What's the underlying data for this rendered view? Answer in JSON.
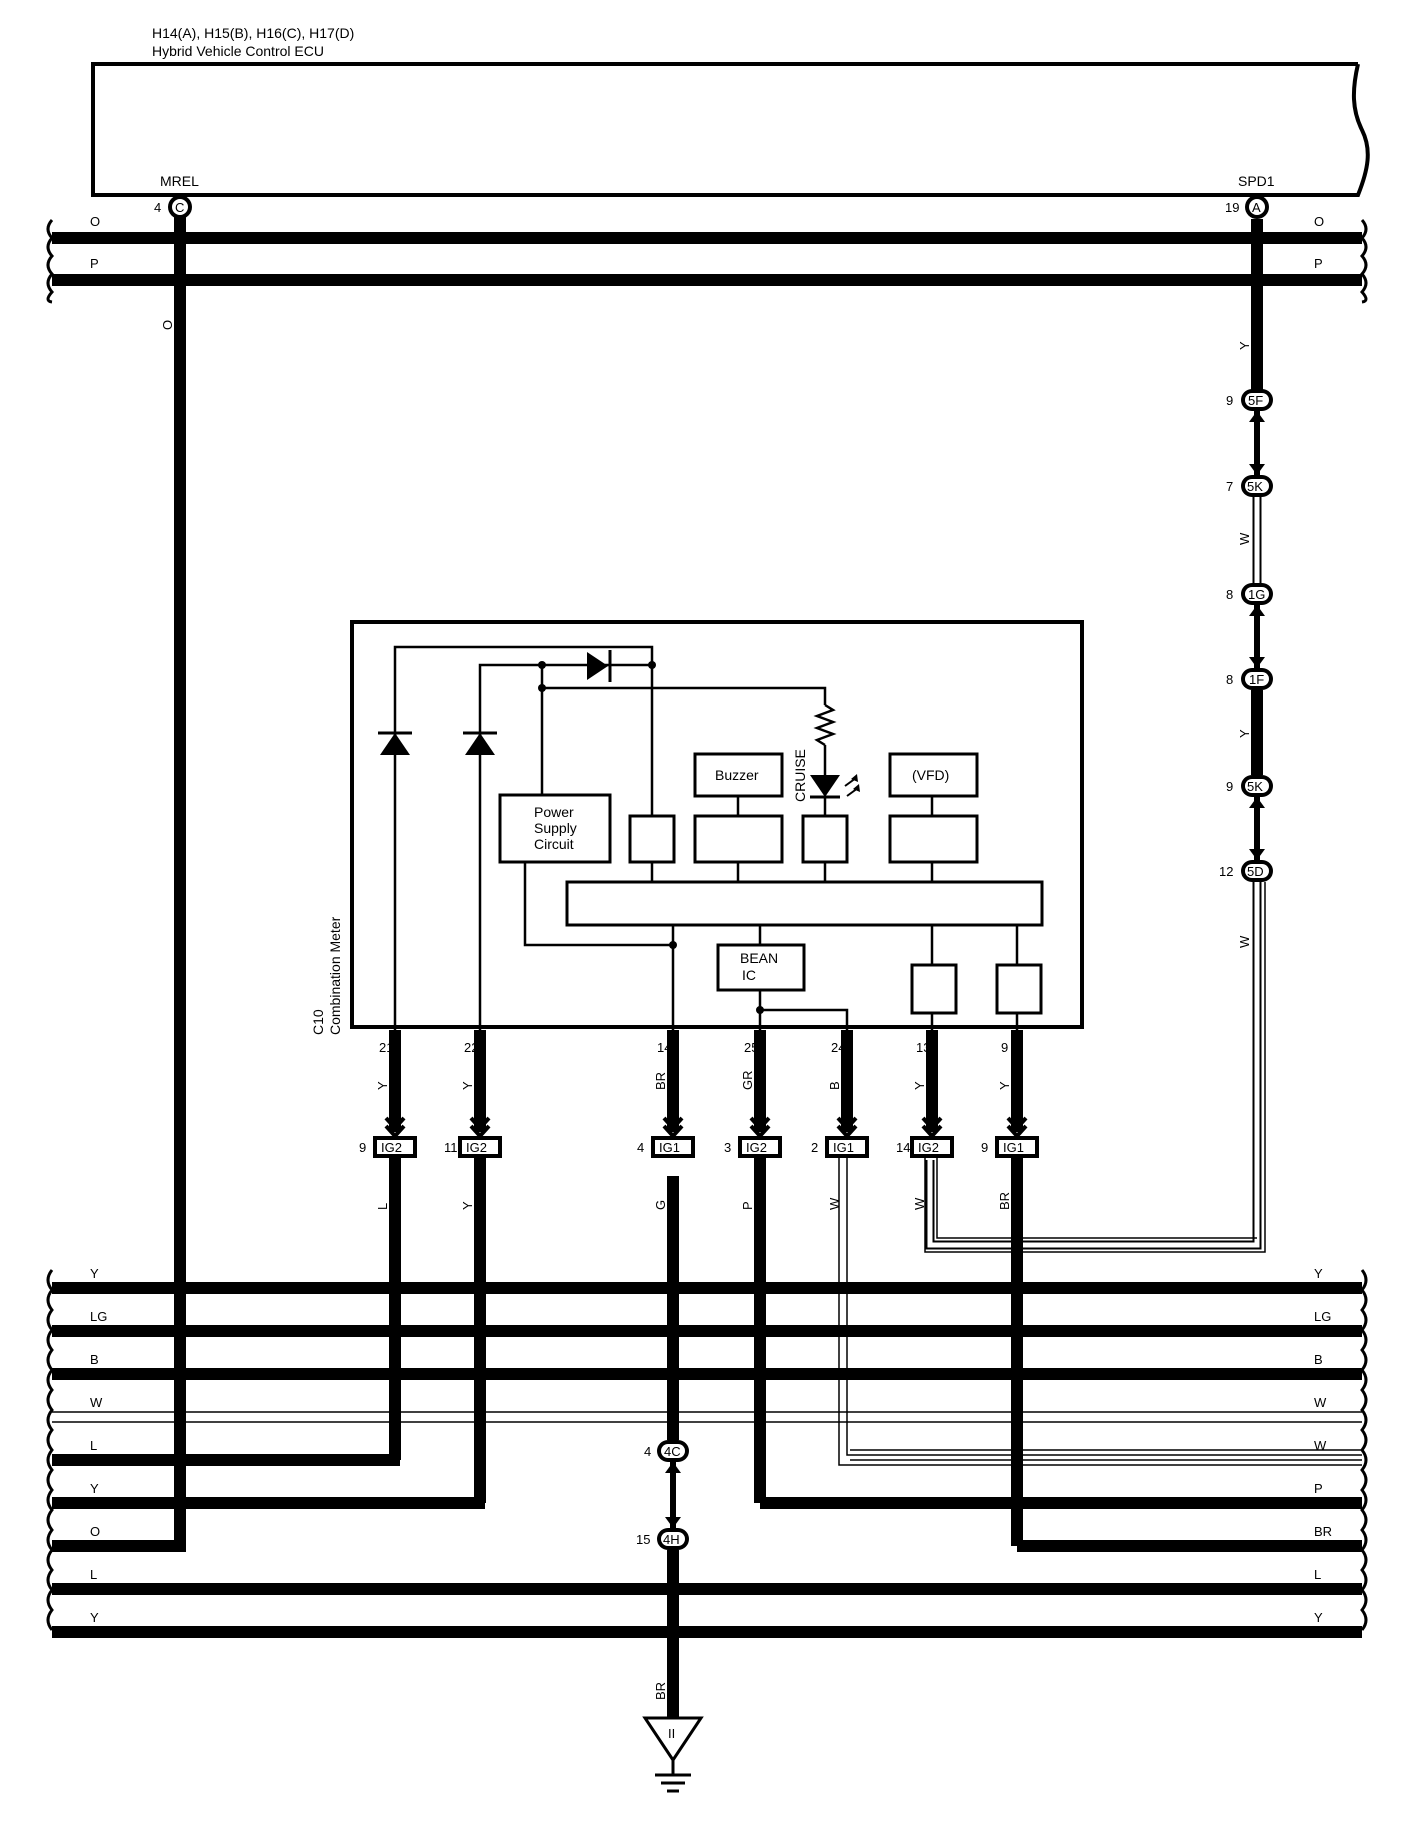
{
  "ecu": {
    "connectors": "H14(A), H15(B), H16(C), H17(D)",
    "name": "Hybrid Vehicle Control ECU",
    "pin_left": {
      "name": "MREL",
      "number": "4",
      "connector": "C"
    },
    "pin_right": {
      "name": "SPD1",
      "number": "19",
      "connector": "A"
    }
  },
  "meter": {
    "code": "C10",
    "name": "Combination Meter",
    "blocks": {
      "power_supply": [
        "Power",
        "Supply",
        "Circuit"
      ],
      "buzzer": "Buzzer",
      "vfd": "(VFD)",
      "cruise": "CRUISE",
      "bean_ic": [
        "BEAN",
        "IC"
      ]
    },
    "terminals": [
      {
        "pin": "21",
        "color": "Y",
        "junction_pin": "9",
        "junction": "IG2",
        "out_color": "L"
      },
      {
        "pin": "22",
        "color": "Y",
        "junction_pin": "11",
        "junction": "IG2",
        "out_color": "Y"
      },
      {
        "pin": "14",
        "color": "BR",
        "junction_pin": "4",
        "junction": "IG1",
        "out_color": "G"
      },
      {
        "pin": "25",
        "color": "GR",
        "junction_pin": "3",
        "junction": "IG2",
        "out_color": "P"
      },
      {
        "pin": "24",
        "color": "B",
        "junction_pin": "2",
        "junction": "IG1",
        "out_color": "W"
      },
      {
        "pin": "13",
        "color": "Y",
        "junction_pin": "14",
        "junction": "IG2",
        "out_color": "W"
      },
      {
        "pin": "9",
        "color": "Y",
        "junction_pin": "9",
        "junction": "IG1",
        "out_color": "BR"
      }
    ]
  },
  "top_bus": {
    "left_labels": [
      "O",
      "P"
    ],
    "right_labels": [
      "O",
      "P"
    ]
  },
  "left_wire_color": "O",
  "right_chain": {
    "colors": [
      "Y",
      "W",
      "Y",
      "W"
    ],
    "connectors": [
      {
        "pin": "9",
        "id": "5F"
      },
      {
        "pin": "7",
        "id": "5K"
      },
      {
        "pin": "8",
        "id": "1G"
      },
      {
        "pin": "8",
        "id": "1F"
      },
      {
        "pin": "9",
        "id": "5K"
      },
      {
        "pin": "12",
        "id": "5D"
      }
    ]
  },
  "bottom_bus": {
    "left_labels": [
      "Y",
      "LG",
      "B",
      "W",
      "L",
      "Y",
      "O",
      "L",
      "Y"
    ],
    "right_labels": [
      "Y",
      "LG",
      "B",
      "W",
      "W",
      "P",
      "BR",
      "L",
      "Y"
    ]
  },
  "ground_chain": {
    "connectors": [
      {
        "pin": "4",
        "id": "4C"
      },
      {
        "pin": "15",
        "id": "4H"
      }
    ],
    "wire_color": "BR",
    "ground_id": "II"
  },
  "colors": {
    "line": "#000000",
    "background": "#ffffff"
  }
}
